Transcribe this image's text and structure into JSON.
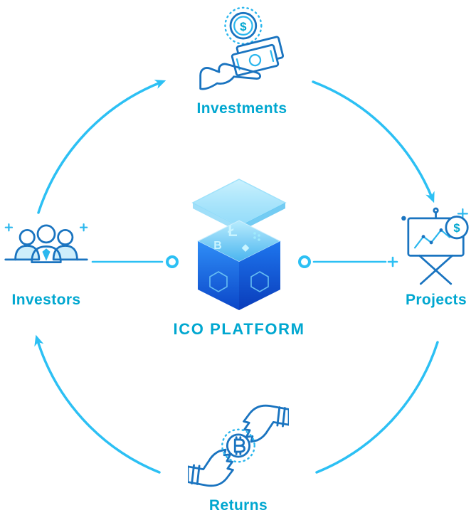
{
  "diagram": {
    "center": {
      "label": "ICO PLATFORM",
      "symbols": {
        "litecoin": "Ł",
        "bitcoin": "B",
        "ethereum": "◆"
      }
    },
    "nodes": {
      "top": {
        "label": "Investments",
        "icon": "money-in-hand-icon"
      },
      "right": {
        "label": "Projects",
        "icon": "presentation-chart-icon"
      },
      "bottom": {
        "label": "Returns",
        "icon": "bitcoin-handshake-icon"
      },
      "left": {
        "label": "Investors",
        "icon": "investors-group-icon"
      }
    },
    "coin_symbols": {
      "investments": "$",
      "projects": "$"
    },
    "colors": {
      "arc": "#2cc0f4",
      "label": "#00a7d0",
      "icon_stroke": "#1a74c0",
      "icon_accent": "#2bb7ee",
      "icon_fill": "#cdeefb"
    }
  }
}
